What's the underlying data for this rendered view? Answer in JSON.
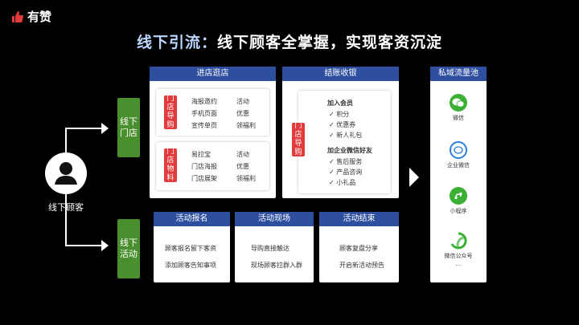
{
  "brand": {
    "name": "有赞"
  },
  "title": {
    "highlight": "线下引流：",
    "rest": "线下顾客全掌握，实现客资沉淀"
  },
  "customer_label": "线下顾客",
  "channels": {
    "store": "线下门店",
    "activity": "线下活动"
  },
  "store_visit": {
    "header": "进店逛店",
    "groups": [
      {
        "tag": "门店导购",
        "left": [
          "海报邀约",
          "手机页面",
          "宣传单页"
        ],
        "right": [
          "活动",
          "优惠",
          "领福利"
        ]
      },
      {
        "tag": "门店物料",
        "left": [
          "易拉宝",
          "门店海报",
          "门店展架"
        ],
        "right": [
          "活动",
          "优惠",
          "领福利"
        ]
      }
    ]
  },
  "checkout": {
    "header": "结账收银",
    "tag": "门店导购",
    "join_member": {
      "title": "加入会员",
      "items": [
        "积分",
        "优惠券",
        "新人礼包"
      ]
    },
    "add_wechat": {
      "title": "加企业微信好友",
      "items": [
        "售后服务",
        "产品咨询",
        "小礼品"
      ]
    }
  },
  "activities": [
    {
      "header": "活动报名",
      "lines": [
        "顾客报名留下客资",
        "添加顾客告知事项"
      ]
    },
    {
      "header": "活动现场",
      "lines": [
        "导购直接触达",
        "现场顾客拉群入群"
      ]
    },
    {
      "header": "活动结束",
      "lines": [
        "顾客复盘分享",
        "开启新活动预告"
      ]
    }
  ],
  "private_pool": {
    "header": "私域流量池",
    "items": [
      {
        "label": "微信",
        "icon": "wechat-icon",
        "color": "#3cb034"
      },
      {
        "label": "企业微信",
        "icon": "wecom-icon",
        "color": "#2b7de1"
      },
      {
        "label": "小程序",
        "icon": "miniprogram-icon",
        "color": "#3cb034"
      },
      {
        "label": "微信公众号",
        "icon": "official-account-icon",
        "color": "#3cb034"
      }
    ],
    "more": "..."
  },
  "colors": {
    "header_blue": "#2e4ea0",
    "tag_red": "#e23b3b",
    "tag_green": "#4a8f2e",
    "title_highlight": "#bcd6ff"
  }
}
